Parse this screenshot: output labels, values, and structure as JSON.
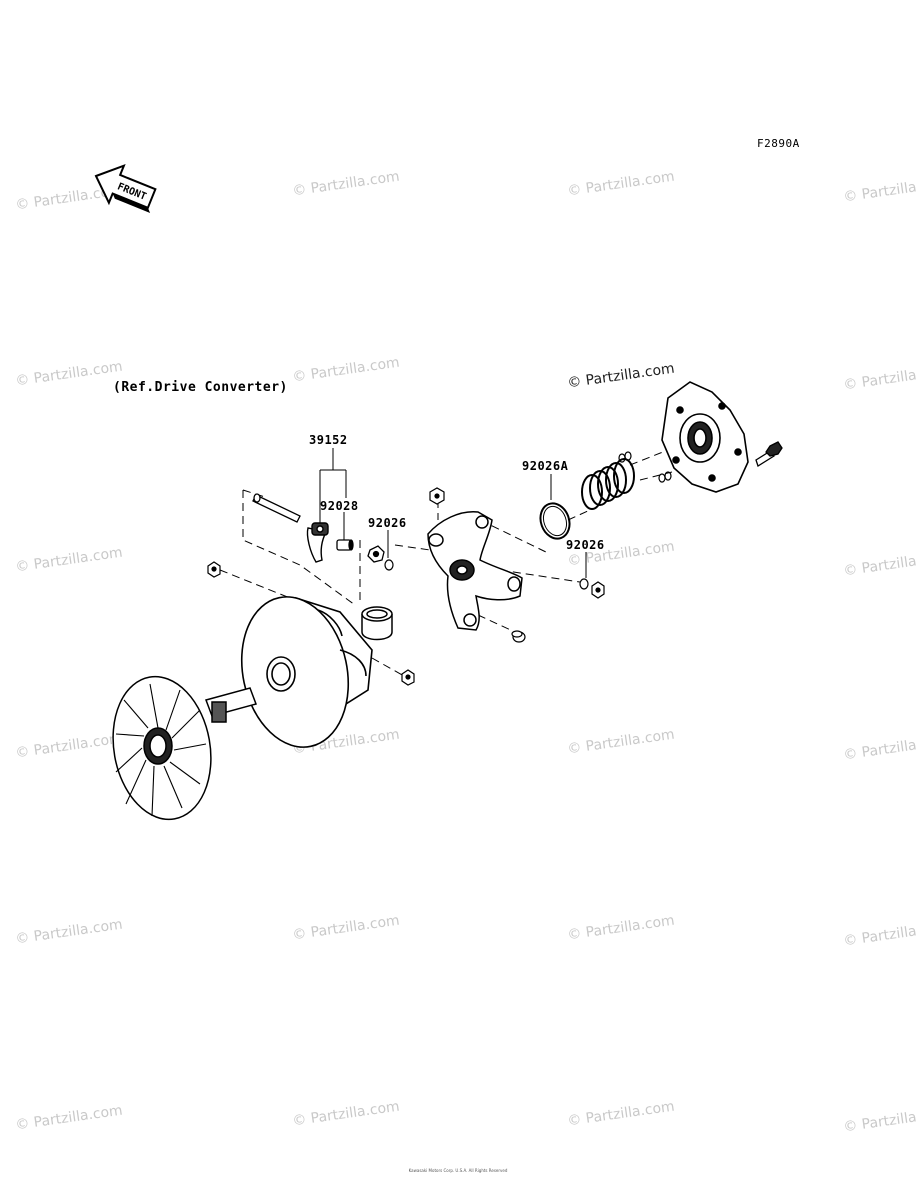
{
  "figure_code": "F2890A",
  "front_label": "FRONT",
  "ref_note": "(Ref.Drive Converter)",
  "watermark": "© Partzilla.com",
  "copyright_stamp": "© Partzilla.com",
  "part_labels": {
    "p39152": "39152",
    "p92028": "92028",
    "p92026_left": "92026",
    "p92026a": "92026A",
    "p92026_right": "92026"
  },
  "footer_line1": "Kawasaki Motors Corp. U.S.A. All Rights Reserved",
  "footer_line2": ""
}
